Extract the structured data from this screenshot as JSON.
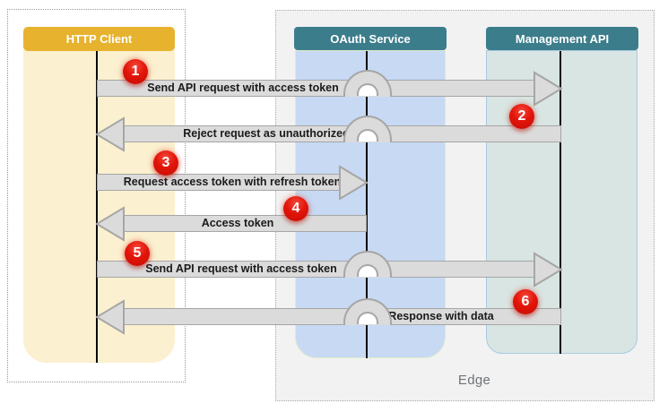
{
  "diagram_type": "sequence-diagram",
  "actors": [
    {
      "name": "HTTP Client"
    },
    {
      "name": "OAuth Service"
    },
    {
      "name": "Management API"
    }
  ],
  "edge_group": {
    "label": "Edge"
  },
  "messages": [
    {
      "step": "1",
      "label": "Send API request with access token",
      "from": "HTTP Client",
      "to": "Management API",
      "direction": "right"
    },
    {
      "step": "2",
      "label": "Reject request as unauthorized",
      "from": "Management API",
      "to": "HTTP Client",
      "direction": "left"
    },
    {
      "step": "3",
      "label": "Request access token with refresh token",
      "from": "HTTP Client",
      "to": "OAuth Service",
      "direction": "right"
    },
    {
      "step": "4",
      "label": "Access token",
      "from": "OAuth Service",
      "to": "HTTP Client",
      "direction": "left"
    },
    {
      "step": "5",
      "label": "Send API request with access token",
      "from": "HTTP Client",
      "to": "Management API",
      "direction": "right"
    },
    {
      "step": "6",
      "label": "Response with data",
      "from": "Management API",
      "to": "HTTP Client",
      "direction": "left"
    }
  ],
  "colors": {
    "http_client_header": "#E7B32F",
    "http_client_lane": "#FBF0CF",
    "service_header": "#3C7D8B",
    "oauth_lane": "#C7D9F3",
    "management_lane": "#D8E5E2",
    "arrow_fill": "#DBDBDB",
    "arrow_border": "#A6A6A6",
    "step_badge_red": "#E3150A",
    "edge_background": "#F2F2F2"
  }
}
